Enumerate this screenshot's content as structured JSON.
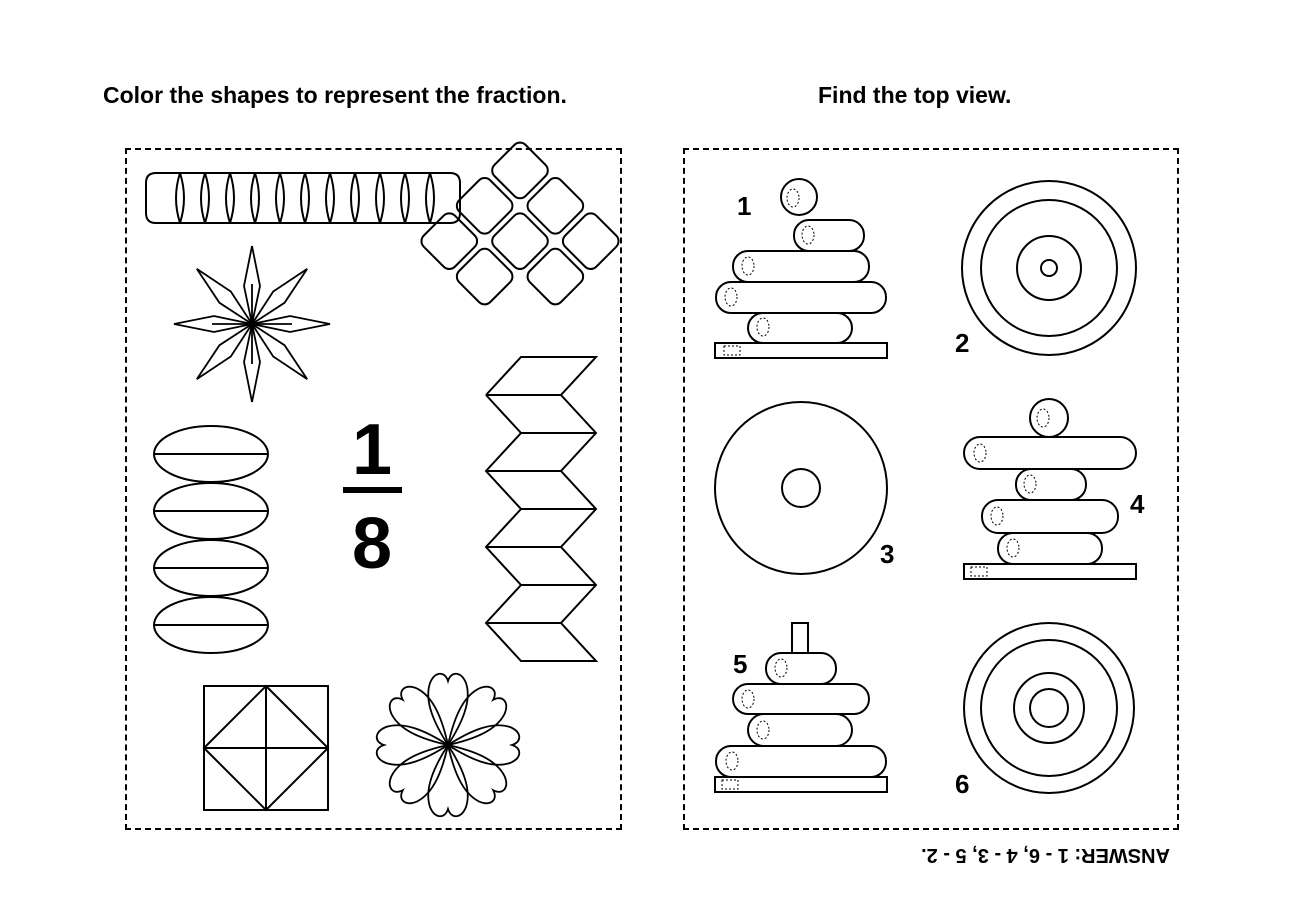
{
  "left_task": {
    "title": "Color the shapes to represent the fraction.",
    "fraction": {
      "numerator": "1",
      "denominator": "8"
    }
  },
  "right_task": {
    "title": "Find the top view.",
    "labels": [
      "1",
      "2",
      "3",
      "4",
      "5",
      "6"
    ]
  },
  "answer": "ANSWER: 1 - 6, 4 - 3, 5 - 2."
}
